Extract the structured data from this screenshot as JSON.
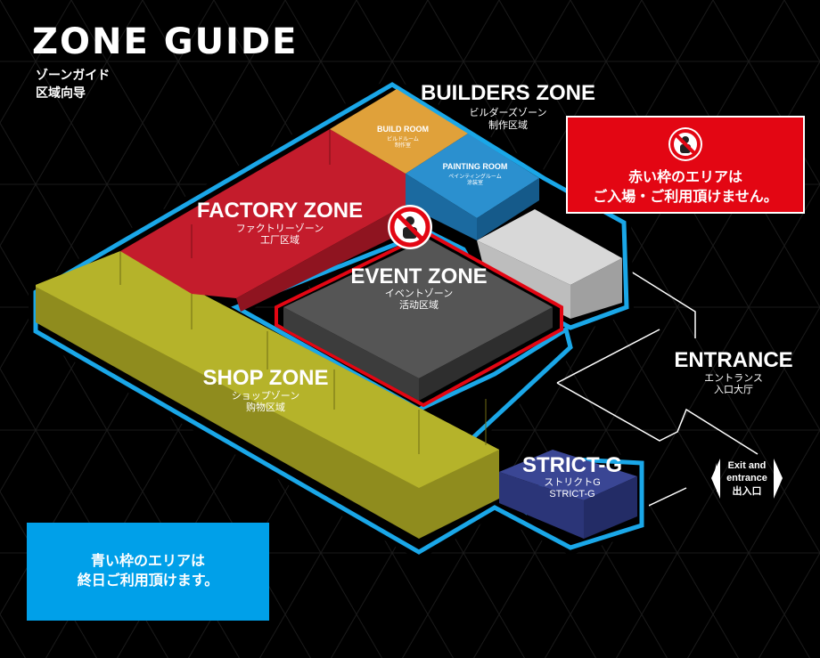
{
  "header": {
    "title": "ZONE GUIDE",
    "subtitle_ja": "ゾーンガイド",
    "subtitle_zh": "区域向导"
  },
  "zones": {
    "builders": {
      "name": "BUILDERS ZONE",
      "ja": "ビルダーズゾーン",
      "zh": "制作区域"
    },
    "build_room": {
      "name": "BUILD ROOM",
      "ja": "ビルドルーム",
      "zh": "制作室"
    },
    "painting_room": {
      "name": "PAINTING ROOM",
      "ja": "ペインティングルーム",
      "zh": "涂装室"
    },
    "factory": {
      "name": "FACTORY ZONE",
      "ja": "ファクトリーゾーン",
      "zh": "工厂区域",
      "color": "#c41c2c"
    },
    "event": {
      "name": "EVENT ZONE",
      "ja": "イベントゾーン",
      "zh": "活动区域",
      "color": "#555555"
    },
    "shop": {
      "name": "SHOP ZONE",
      "ja": "ショップゾーン",
      "zh": "购物区域",
      "color": "#b5b32a"
    },
    "strict_g": {
      "name": "STRICT-G",
      "ja": "ストリクトG",
      "en2": "STRICT-G",
      "color": "#3a4694"
    },
    "entrance": {
      "name": "ENTRANCE",
      "ja": "エントランス",
      "zh": "入口大厅"
    }
  },
  "exit": {
    "line1": "Exit and",
    "line2": "entrance",
    "zh": "出入口"
  },
  "notices": {
    "red": {
      "line1": "赤い枠のエリアは",
      "line2": "ご入場・ご利用頂けません。",
      "color": "#e30613",
      "icon": "no-entry-person-icon"
    },
    "blue": {
      "line1": "青い枠のエリアは",
      "line2": "終日ご利用頂けます。",
      "color": "#00a0e9"
    }
  },
  "colors": {
    "blue_frame": "#1aa7e8",
    "red_frame": "#e30613",
    "build_room": "#e0a13a",
    "painting_room": "#1f83c2"
  }
}
